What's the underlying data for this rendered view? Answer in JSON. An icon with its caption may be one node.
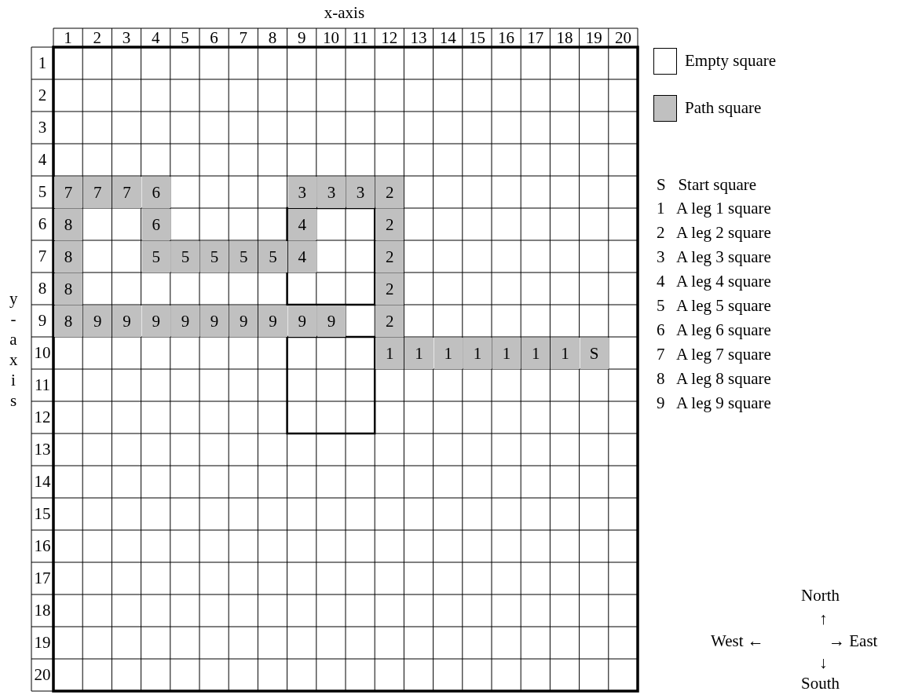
{
  "diagram": {
    "labels": [
      "x-axis",
      "1",
      "2",
      "3",
      "4",
      "5",
      "6",
      "7",
      "8",
      "9",
      "10",
      "11",
      "12",
      "13",
      "14",
      "15",
      "16",
      "17",
      "18",
      "19",
      "20",
      "y-axis",
      "1",
      "2",
      "3",
      "4",
      "5",
      "7",
      "7",
      "7",
      "6",
      "3",
      "3",
      "3",
      "2",
      "6",
      "8",
      "6",
      "4",
      "2",
      "7",
      "8",
      "5",
      "5",
      "5",
      "5",
      "5",
      "4",
      "2",
      "8",
      "8",
      "2",
      "9",
      "8",
      "9",
      "9",
      "9",
      "9",
      "9",
      "9",
      "9",
      "9",
      "9",
      "2",
      "10",
      "1",
      "1",
      "1",
      "1",
      "1",
      "1",
      "1",
      "S",
      "11",
      "12",
      "13",
      "14",
      "15",
      "16",
      "17",
      "18",
      "19",
      "20",
      "North",
      "↑",
      "West ←",
      "→ East",
      "↓",
      "South"
    ],
    "legend": [
      {
        "text": "Empty square",
        "color": "#ffffff"
      },
      {
        "text": "Path square",
        "color": "#c0c0c0"
      },
      {
        "text": "S   Start square"
      },
      {
        "text": "1   A leg 1 square"
      },
      {
        "text": "2   A leg 2 square"
      },
      {
        "text": "3   A leg 3 square"
      },
      {
        "text": "4   A leg 4 square"
      },
      {
        "text": "5   A leg 5 square"
      },
      {
        "text": "6   A leg 6 square"
      },
      {
        "text": "7   A leg 7 square"
      },
      {
        "text": "8   A leg 8 square"
      },
      {
        "text": "9   A leg 9 square"
      }
    ]
  }
}
